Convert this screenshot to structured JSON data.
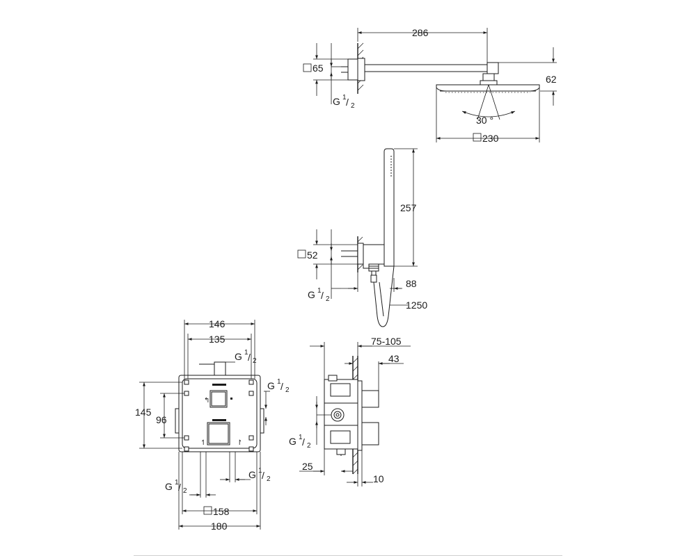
{
  "overhead_shower": {
    "arm_length": "286",
    "flange_square": "65",
    "height": "62",
    "spray_angle": "30 °",
    "head_square": "230",
    "thread": "G",
    "thread_num": "1",
    "thread_den": "2"
  },
  "hand_shower": {
    "length": "257",
    "holder_square": "52",
    "projection": "88",
    "hose_length": "1250",
    "thread": "G",
    "thread_num": "1",
    "thread_den": "2"
  },
  "mixer_front": {
    "width_outer": "146",
    "width_inner": "135",
    "height_outer": "145",
    "height_inner": "96",
    "plate_square": "158",
    "plate_width": "180",
    "thread": "G",
    "thread_num": "1",
    "thread_den": "2"
  },
  "mixer_side": {
    "depth_range": "75-105",
    "handle_projection": "43",
    "wall_offset": "25",
    "plate_thickness": "10",
    "thread": "G",
    "thread_num": "1",
    "thread_den": "2"
  }
}
